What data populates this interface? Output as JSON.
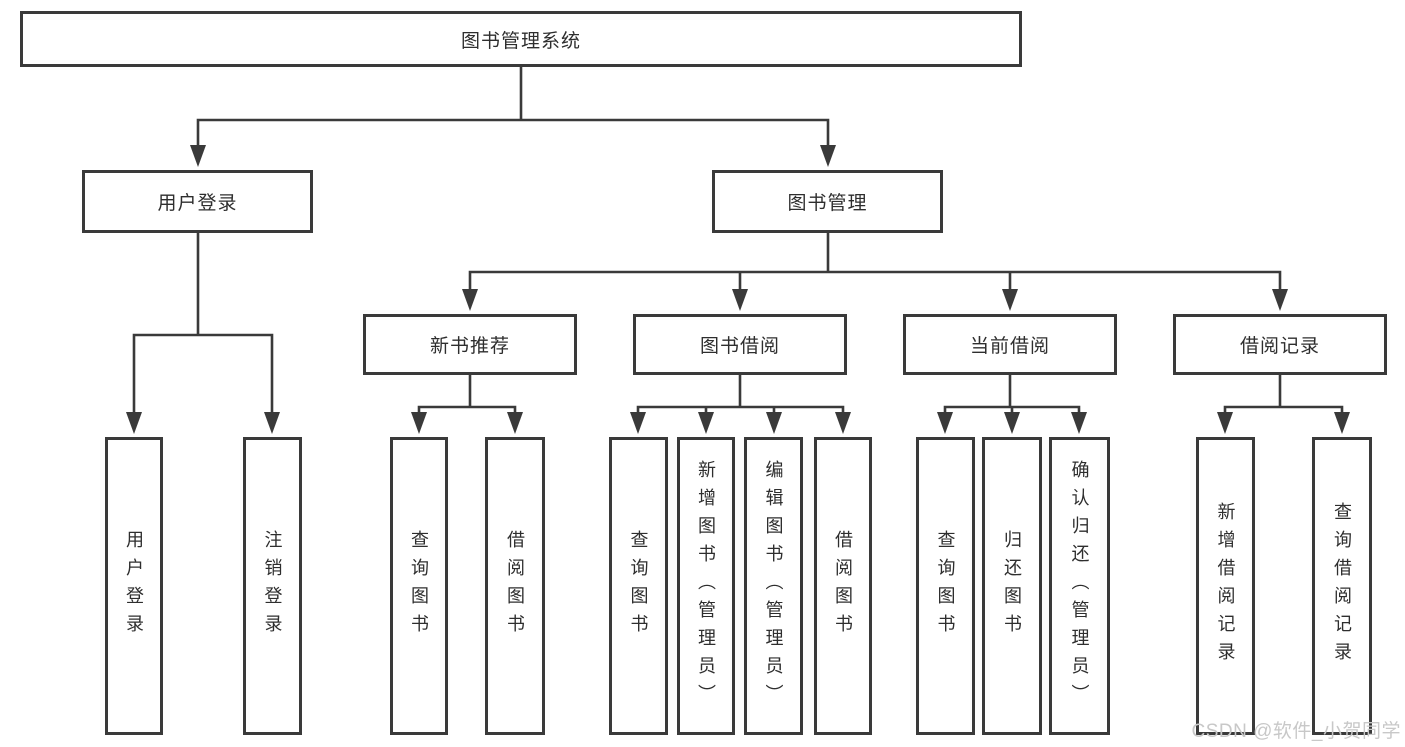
{
  "tree": {
    "label": "图书管理系统",
    "children": [
      {
        "label": "用户登录",
        "children": [
          {
            "label": "用户登录"
          },
          {
            "label": "注销登录"
          }
        ]
      },
      {
        "label": "图书管理",
        "children": [
          {
            "label": "新书推荐",
            "children": [
              {
                "label": "查询图书"
              },
              {
                "label": "借阅图书"
              }
            ]
          },
          {
            "label": "图书借阅",
            "children": [
              {
                "label": "查询图书"
              },
              {
                "label": "新增图书（管理员）"
              },
              {
                "label": "编辑图书（管理员）"
              },
              {
                "label": "借阅图书"
              }
            ]
          },
          {
            "label": "当前借阅",
            "children": [
              {
                "label": "查询图书"
              },
              {
                "label": "归还图书"
              },
              {
                "label": "确认归还（管理员）"
              }
            ]
          },
          {
            "label": "借阅记录",
            "children": [
              {
                "label": "新增借阅记录"
              },
              {
                "label": "查询借阅记录"
              }
            ]
          }
        ]
      }
    ]
  },
  "watermark": {
    "text": "CSDN @软件_小贺同学"
  },
  "colors": {
    "line": "#3a3a3a",
    "node_text": "#2e2e2e",
    "watermark_text": "#c8c8c8"
  }
}
